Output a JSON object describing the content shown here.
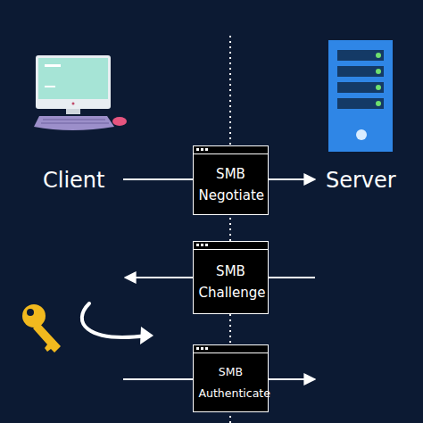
{
  "diagram": {
    "nodes": [
      {
        "text": [
          "SMB Negotiate"
        ]
      },
      {
        "text": [
          "SMB Challenge"
        ]
      },
      {
        "text": [
          "SMB Authenticate"
        ]
      }
    ],
    "labels": [
      "Client",
      "Server"
    ]
  }
}
